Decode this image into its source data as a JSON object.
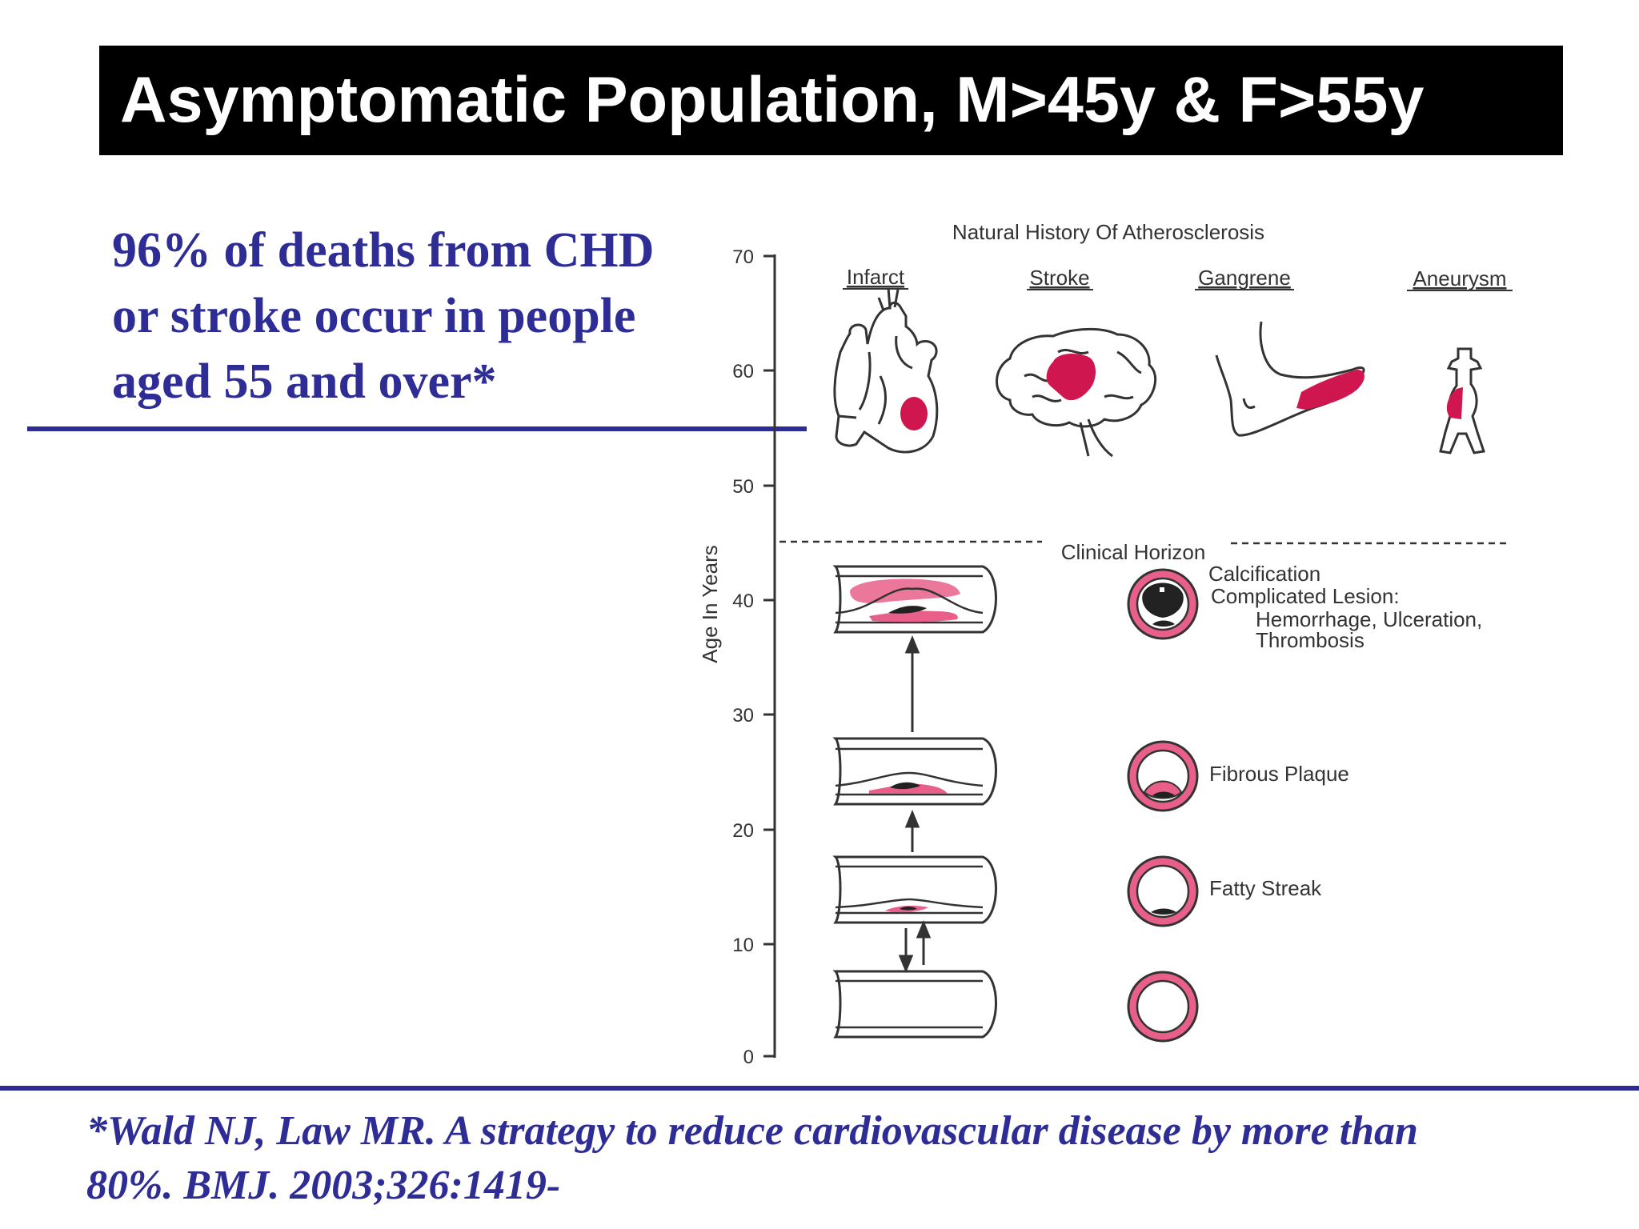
{
  "slide": {
    "title": "Asymptomatic Population, M>45y & F>55y",
    "claim_lines": [
      "96% of deaths from CHD",
      "or stroke occur in people",
      "aged 55 and over*"
    ],
    "reference_lines": [
      "*Wald NJ, Law MR. A strategy to reduce cardiovascular disease by more than",
      "80%. BMJ. 2003;326:1419-"
    ]
  },
  "diagram": {
    "title": "Natural History Of Atherosclerosis",
    "axis_label": "Age In Years",
    "ticks": [
      "0",
      "10",
      "20",
      "30",
      "40",
      "50",
      "60",
      "70"
    ],
    "outcomes": [
      "Infarct",
      "Stroke",
      "Gangrene",
      "Aneurysm"
    ],
    "clinical_horizon": "Clinical Horizon",
    "stage_labels": {
      "calcification": "Calcification",
      "complicated": "Complicated Lesion:",
      "complicated_detail_1": "Hemorrhage, Ulceration,",
      "complicated_detail_2": "Thrombosis",
      "fibrous": "Fibrous Plaque",
      "fatty": "Fatty Streak"
    }
  },
  "colors": {
    "title_bg": "#000000",
    "title_text": "#ffffff",
    "accent_blue": "#2e2d96",
    "lesion_pink": "#d9356b",
    "lesion_crimson": "#d0164f",
    "line_dark": "#333333"
  }
}
